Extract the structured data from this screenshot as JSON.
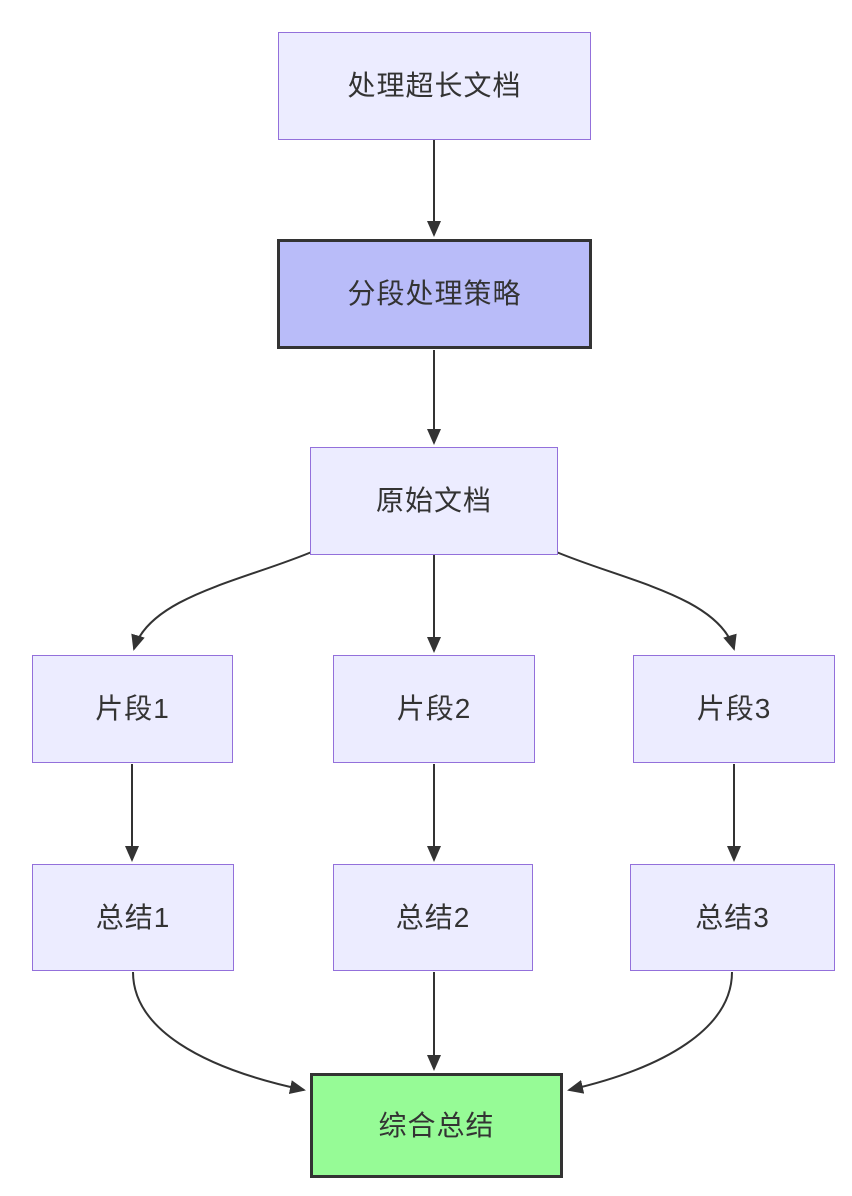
{
  "diagram": {
    "type": "flowchart",
    "direction": "top-down",
    "background_color": "#FFFFFF",
    "edge_color": "#333333",
    "text_color": "#333333",
    "styles": {
      "default": {
        "fill": "#ECECFF",
        "stroke": "#9370DB",
        "stroke_width": "1.5px"
      },
      "highlight": {
        "fill": "#B9BCF9",
        "stroke": "#333333",
        "stroke_width": "3px"
      },
      "result": {
        "fill": "#96FB96",
        "stroke": "#333333",
        "stroke_width": "3px"
      }
    },
    "nodes": [
      {
        "id": "title",
        "label": "处理超长文档",
        "style": "default"
      },
      {
        "id": "strategy",
        "label": "分段处理策略",
        "style": "highlight"
      },
      {
        "id": "source",
        "label": "原始文档",
        "style": "default"
      },
      {
        "id": "chunk1",
        "label": "片段1",
        "style": "default"
      },
      {
        "id": "chunk2",
        "label": "片段2",
        "style": "default"
      },
      {
        "id": "chunk3",
        "label": "片段3",
        "style": "default"
      },
      {
        "id": "summary1",
        "label": "总结1",
        "style": "default"
      },
      {
        "id": "summary2",
        "label": "总结2",
        "style": "default"
      },
      {
        "id": "summary3",
        "label": "总结3",
        "style": "default"
      },
      {
        "id": "final",
        "label": "综合总结",
        "style": "result"
      }
    ],
    "edges": [
      {
        "from": "处理超长文档",
        "to": "分段处理策略"
      },
      {
        "from": "分段处理策略",
        "to": "原始文档"
      },
      {
        "from": "原始文档",
        "to": "片段1"
      },
      {
        "from": "原始文档",
        "to": "片段2"
      },
      {
        "from": "原始文档",
        "to": "片段3"
      },
      {
        "from": "片段1",
        "to": "总结1"
      },
      {
        "from": "片段2",
        "to": "总结2"
      },
      {
        "from": "片段3",
        "to": "总结3"
      },
      {
        "from": "总结1",
        "to": "综合总结"
      },
      {
        "from": "总结2",
        "to": "综合总结"
      },
      {
        "from": "总结3",
        "to": "综合总结"
      }
    ]
  }
}
